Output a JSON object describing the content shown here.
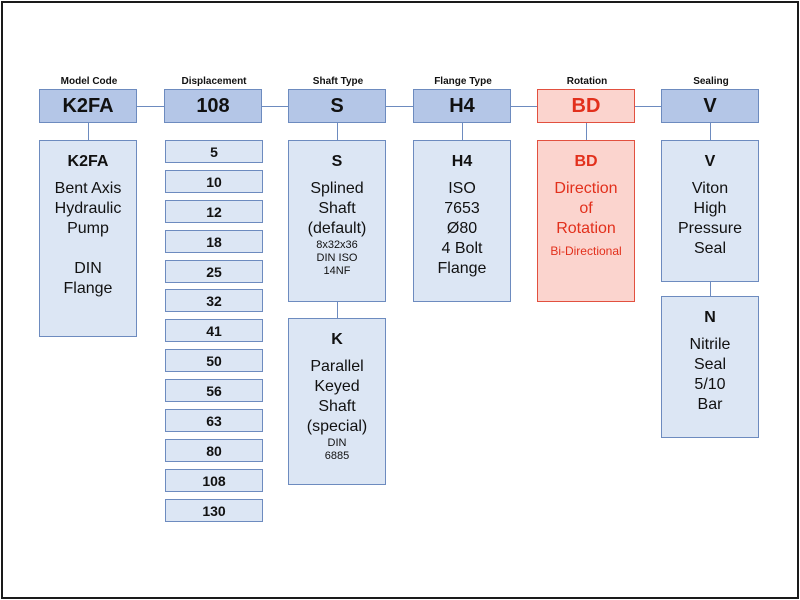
{
  "columns": [
    {
      "label": "Model Code",
      "code": "K2FA"
    },
    {
      "label": "Displacement",
      "code": "108"
    },
    {
      "label": "Shaft Type",
      "code": "S"
    },
    {
      "label": "Flange Type",
      "code": "H4"
    },
    {
      "label": "Rotation",
      "code": "BD"
    },
    {
      "label": "Sealing",
      "code": "V"
    }
  ],
  "model": {
    "code": "K2FA",
    "desc": "Bent Axis\nHydraulic\nPump\n\nDIN\nFlange"
  },
  "displacements": [
    "5",
    "10",
    "12",
    "18",
    "25",
    "32",
    "41",
    "50",
    "56",
    "63",
    "80",
    "108",
    "130"
  ],
  "shaft": [
    {
      "code": "S",
      "desc": "Splined\nShaft\n(default)",
      "small": "8x32x36\nDIN ISO\n14NF"
    },
    {
      "code": "K",
      "desc": "Parallel\nKeyed\nShaft\n(special)",
      "small": "DIN\n6885"
    }
  ],
  "flange": {
    "code": "H4",
    "desc": "ISO\n7653\nØ80\n4 Bolt\nFlange"
  },
  "rotation": {
    "code": "BD",
    "desc": "Direction\nof\nRotation",
    "small": "Bi-Directional"
  },
  "sealing": [
    {
      "code": "V",
      "desc": "Viton\nHigh\nPressure\nSeal"
    },
    {
      "code": "N",
      "desc": "Nitrile\nSeal\n5/10\nBar"
    }
  ],
  "colors": {
    "header_fill": "#b4c6e7",
    "option_fill": "#dce6f4",
    "border": "#6d8bbf",
    "accent_red": "#e2301c",
    "red_fill": "#fbd4ce"
  }
}
